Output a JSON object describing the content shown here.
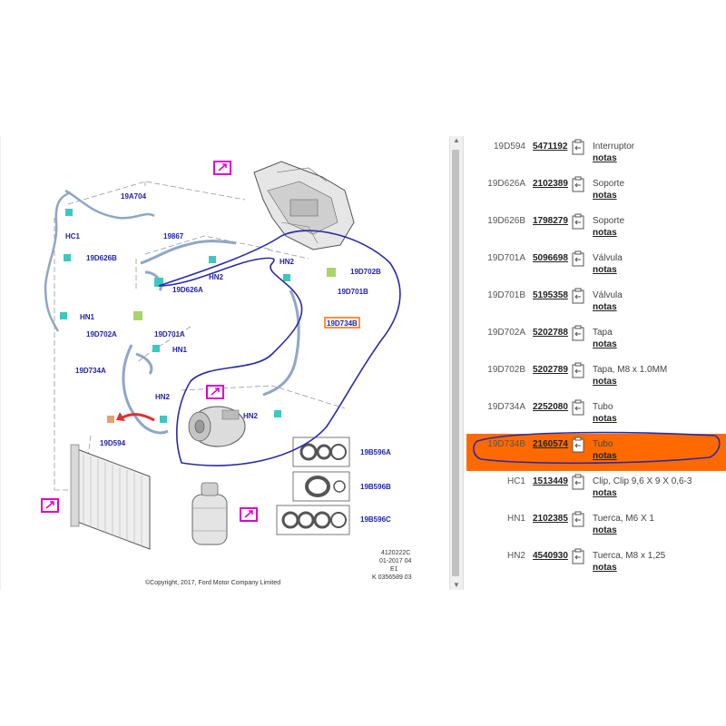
{
  "diagram": {
    "callouts": [
      {
        "id": "19A704",
        "label": "19A704"
      },
      {
        "id": "HC1",
        "label": "HC1"
      },
      {
        "id": "19D626B",
        "label": "19D626B"
      },
      {
        "id": "HN1a",
        "label": "HN1"
      },
      {
        "id": "19867",
        "label": "19867"
      },
      {
        "id": "HN2a",
        "label": "HN2"
      },
      {
        "id": "19D626A",
        "label": "19D626A"
      },
      {
        "id": "HN2b",
        "label": "HN2"
      },
      {
        "id": "19D702B",
        "label": "19D702B"
      },
      {
        "id": "19D701B",
        "label": "19D701B"
      },
      {
        "id": "19D734B",
        "label": "19D734B"
      },
      {
        "id": "19D702A",
        "label": "19D702A"
      },
      {
        "id": "19D701A",
        "label": "19D701A"
      },
      {
        "id": "HN1b",
        "label": "HN1"
      },
      {
        "id": "19D734A",
        "label": "19D734A"
      },
      {
        "id": "HN2c",
        "label": "HN2"
      },
      {
        "id": "HN2d",
        "label": "HN2"
      },
      {
        "id": "19D594",
        "label": "19D594"
      },
      {
        "id": "19B596A",
        "label": "19B596A"
      },
      {
        "id": "19B596B",
        "label": "19B596B"
      },
      {
        "id": "19B596C",
        "label": "19B596C"
      }
    ],
    "footer": {
      "copyright": "©Copyright, 2017, Ford Motor Company Limited",
      "ref1": "4120222C",
      "ref2": "01-2017 04",
      "ref3": "E1",
      "ref4": "K 0356589 03"
    }
  },
  "parts": [
    {
      "code": "19D594",
      "partno": "5471192",
      "desc": "Interruptor",
      "notes": "notas",
      "highlight": false
    },
    {
      "code": "19D626A",
      "partno": "2102389",
      "desc": "Soporte",
      "notes": "notas",
      "highlight": false
    },
    {
      "code": "19D626B",
      "partno": "1798279",
      "desc": "Soporte",
      "notes": "notas",
      "highlight": false
    },
    {
      "code": "19D701A",
      "partno": "5096698",
      "desc": "Válvula",
      "notes": "notas",
      "highlight": false
    },
    {
      "code": "19D701B",
      "partno": "5195358",
      "desc": "Válvula",
      "notes": "notas",
      "highlight": false
    },
    {
      "code": "19D702A",
      "partno": "5202788",
      "desc": "Tapa",
      "notes": "notas",
      "highlight": false
    },
    {
      "code": "19D702B",
      "partno": "5202789",
      "desc": "Tapa, M8 x 1.0MM",
      "notes": "notas",
      "highlight": false
    },
    {
      "code": "19D734A",
      "partno": "2252080",
      "desc": "Tubo",
      "notes": "notas",
      "highlight": false
    },
    {
      "code": "19D734B",
      "partno": "2160574",
      "desc": "Tubo",
      "notes": "notas",
      "highlight": true
    },
    {
      "code": "HC1",
      "partno": "1513449",
      "desc": "Clip, Clip 9,6 X 9 X 0,6-3",
      "notes": "notas",
      "highlight": false
    },
    {
      "code": "HN1",
      "partno": "2102385",
      "desc": "Tuerca, M6 X 1",
      "notes": "notas",
      "highlight": false
    },
    {
      "code": "HN2",
      "partno": "4540930",
      "desc": "Tuerca, M8 x 1,25",
      "notes": "notas",
      "highlight": false
    }
  ],
  "colors": {
    "highlight": "#ff6a00",
    "callout": "#2222aa",
    "annotation": "#2a2aa8",
    "link_icon": "#e000d0"
  }
}
